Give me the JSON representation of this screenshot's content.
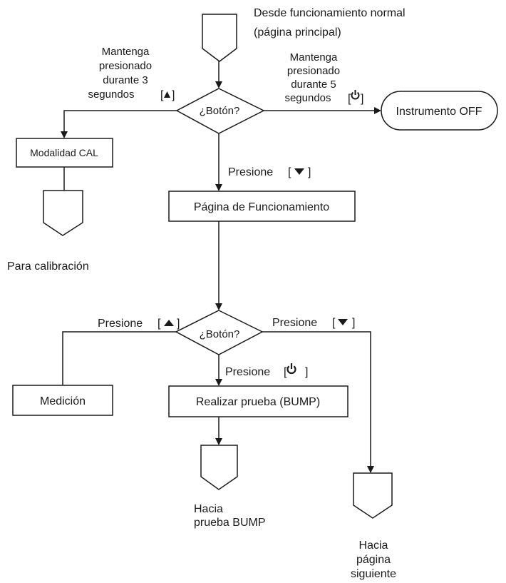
{
  "top_note": {
    "line1": "Desde funcionamiento normal",
    "line2": "(página principal)"
  },
  "hold_cal": {
    "line1": "Mantenga",
    "line2": "presionado",
    "line3": "durante 3",
    "line4": "segundos"
  },
  "hold_off": {
    "line1": "Mantenga",
    "line2": "presionado",
    "line3": "durante 5",
    "line4": "segundos"
  },
  "decision_label": "¿Botón?",
  "decision2_label": "¿Botón?",
  "instrument_off": "Instrumento OFF",
  "cal_mode": "Modalidad CAL",
  "for_calibration": "Para calibración",
  "press_word": "Presione",
  "operation_page": "Página de Funcionamiento",
  "measurement": "Medición",
  "bump_test": "Realizar prueba (BUMP)",
  "to_bump": {
    "line1": "Hacia",
    "line2": "prueba BUMP"
  },
  "to_next_page": {
    "line1": "Hacia",
    "line2": "página",
    "line3": "siguiente"
  },
  "buttons": {
    "up": "up-triangle-icon",
    "down": "down-triangle-icon",
    "power": "power-icon"
  }
}
